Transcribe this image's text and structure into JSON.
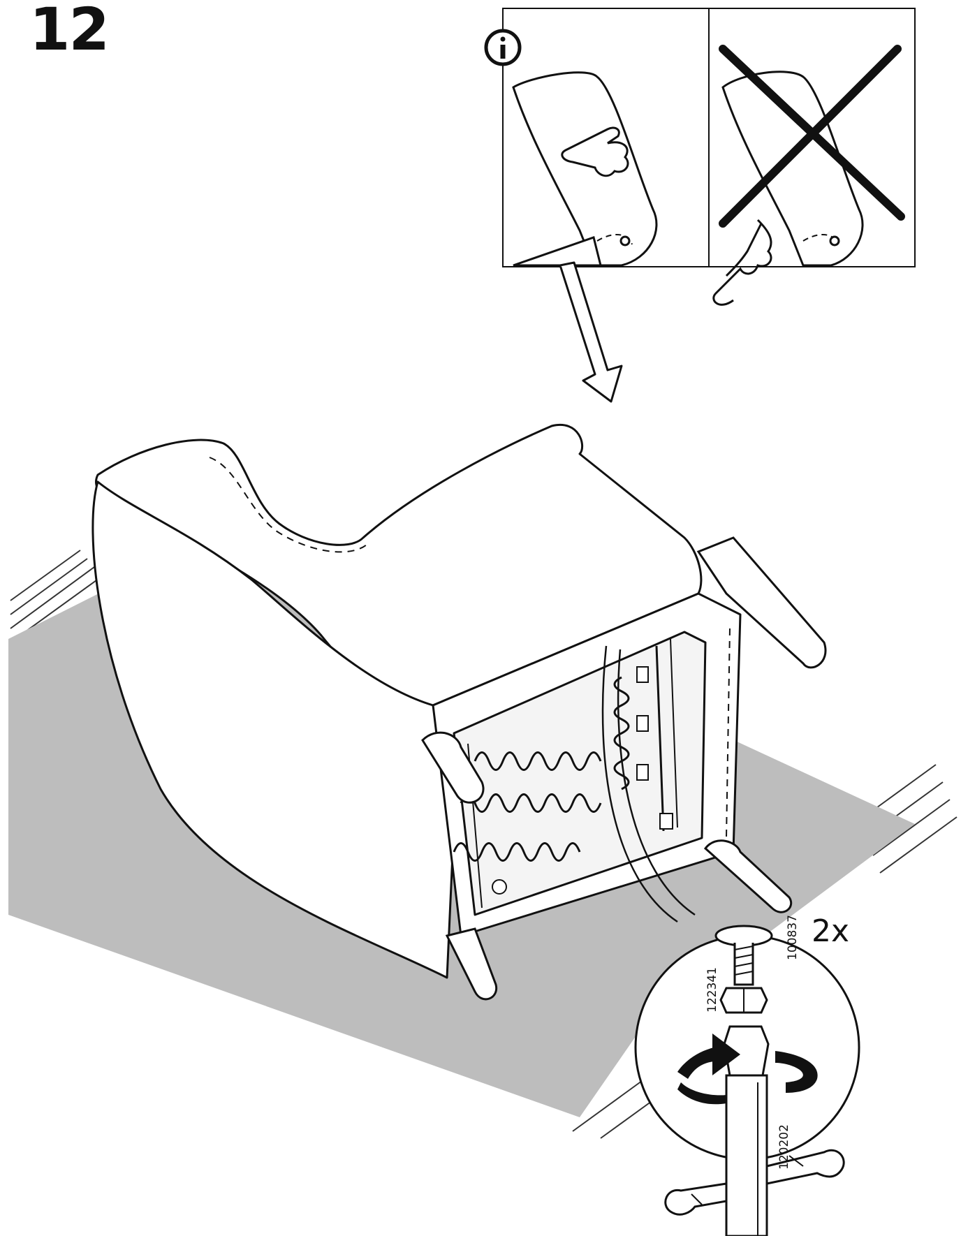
{
  "step": {
    "number": "12"
  },
  "info_panel": {
    "icon": "info-icon",
    "wrong_mark": "cross-icon"
  },
  "detail": {
    "quantity": "2x",
    "parts": [
      {
        "id": "100837",
        "role": "washer-bolt"
      },
      {
        "id": "122341",
        "role": "nut"
      },
      {
        "id": "120202",
        "role": "leg-tool"
      }
    ]
  },
  "colors": {
    "line": "#111111",
    "floor": "#bdbdbd"
  }
}
